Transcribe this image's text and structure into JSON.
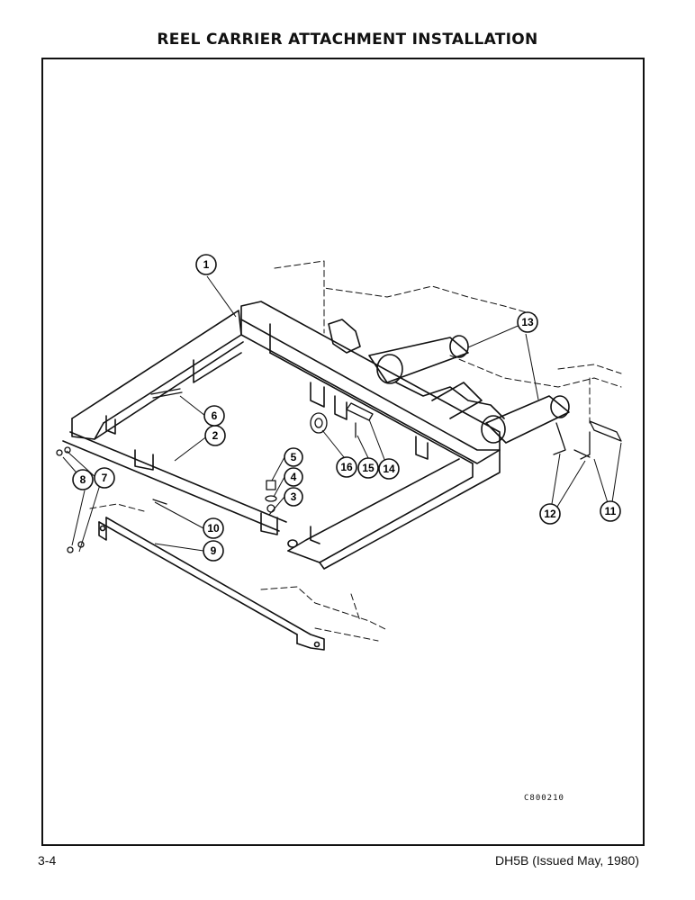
{
  "header": {
    "title": "REEL CARRIER ATTACHMENT INSTALLATION"
  },
  "figure": {
    "code": "C800210",
    "callouts": {
      "c1": "1",
      "c2": "2",
      "c3": "3",
      "c4": "4",
      "c5": "5",
      "c6": "6",
      "c7": "7",
      "c8": "8",
      "c9": "9",
      "c10": "10",
      "c11": "11",
      "c12": "12",
      "c13": "13",
      "c14": "14",
      "c15": "15",
      "c16": "16"
    }
  },
  "footer": {
    "page_number": "3-4",
    "document": "DH5B (Issued May, 1980)"
  }
}
